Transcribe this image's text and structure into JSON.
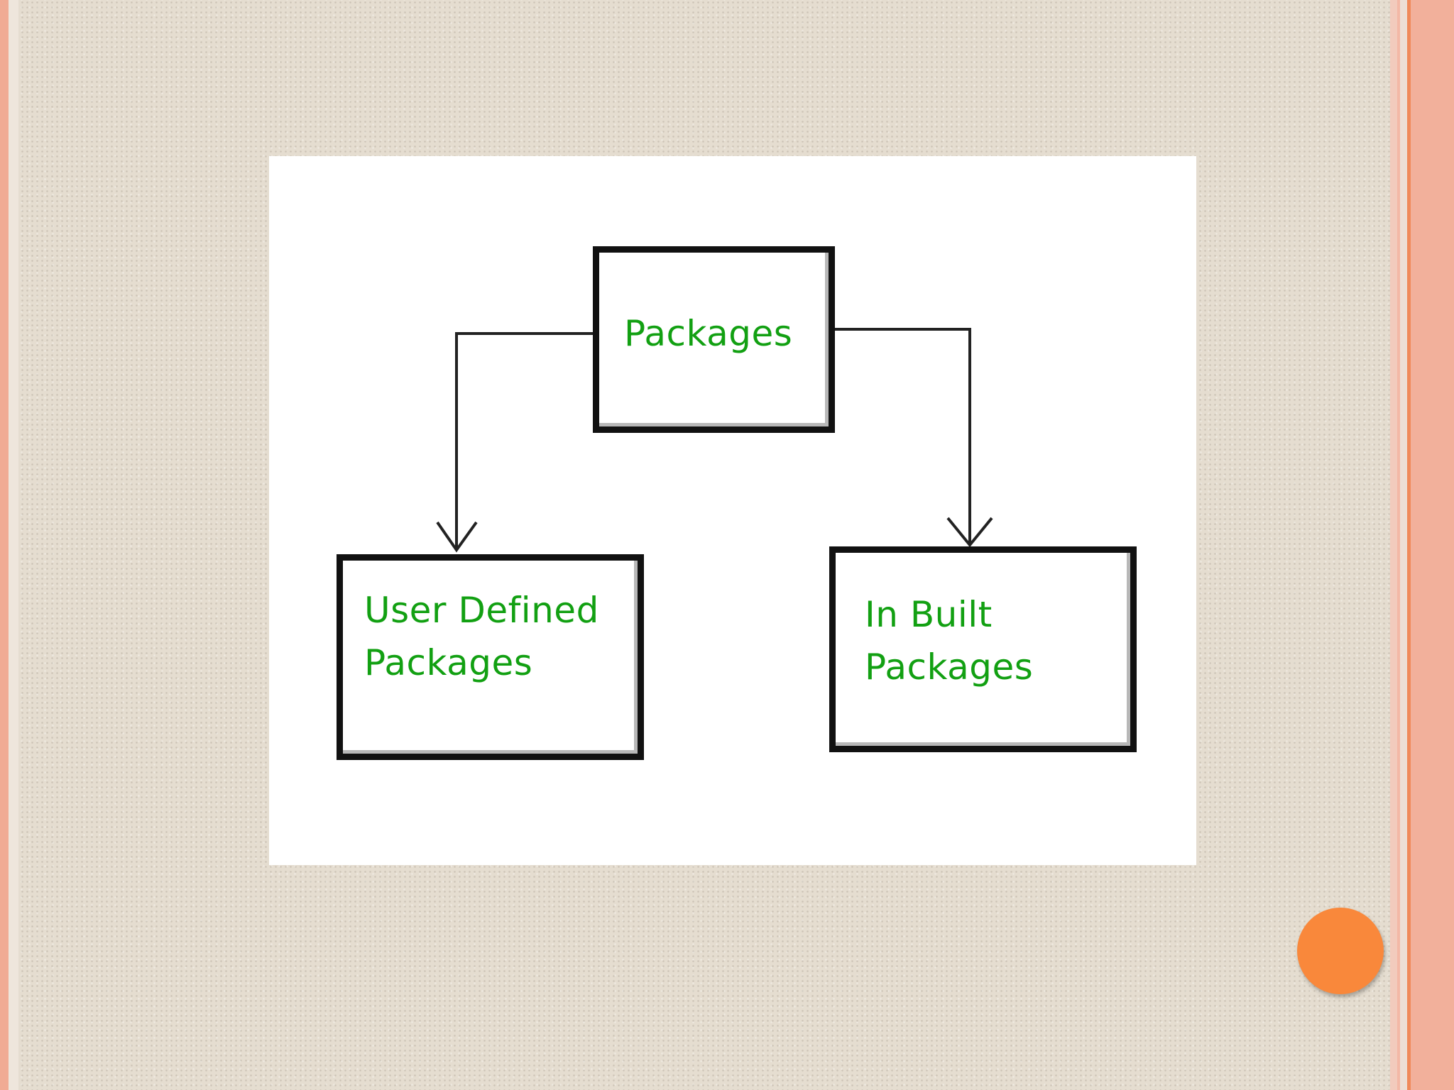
{
  "diagram": {
    "root": {
      "label": "Packages"
    },
    "children": [
      {
        "label_line1": "User Defined",
        "label_line2": "Packages"
      },
      {
        "label_line1": "In Built",
        "label_line2": "Packages"
      }
    ],
    "colors": {
      "label_text": "#12a012",
      "box_border": "#111111",
      "canvas": "#ffffff"
    }
  },
  "slide": {
    "colors": {
      "background": "#e5ddd0",
      "accent": "#f9883b",
      "border": "#f2b09b"
    }
  }
}
